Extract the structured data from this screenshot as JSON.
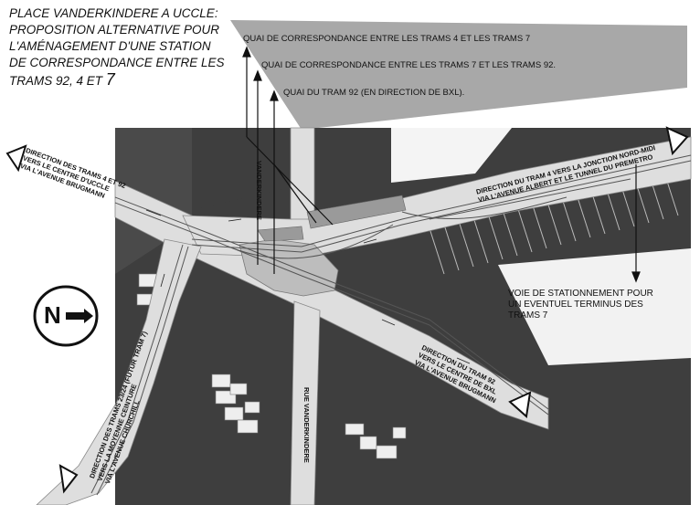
{
  "title": {
    "line1": "PLACE VANDERKINDERE A UCCLE:",
    "line2": "PROPOSITION ALTERNATIVE POUR",
    "line3": "L'AMÉNAGEMENT D'UNE STATION",
    "line4": "DE CORRESPONDANCE ENTRE LES",
    "line5_prefix": "TRAMS 92, 4 ET",
    "line5_big": "7"
  },
  "quais": {
    "quai_4_7": "QUAI DE CORRESPONDANCE ENTRE LES TRAMS 4 ET LES TRAMS 7",
    "quai_7_92": "QUAI DE CORRESPONDANCE ENTRE LES TRAMS  7  ET LES  TRAMS  92.",
    "quai_92": "QUAI DU TRAM 92 (EN DIRECTION DE BXL)."
  },
  "streets": {
    "vanderkindere_north": "VANDERKINDERE",
    "vanderkindere_south": "RUE VANDERKINDERE"
  },
  "directions": {
    "west_l1": "DIRECTION DES TRAMS 4 ET 92",
    "west_l2": "VERS LE CENTRE D'UCCLE",
    "west_l3": "VIA L'AVENUE BRUGMANN",
    "east_l1": "DIRECTION DU TRAM 4 VERS LA JONCTION NORD-MIDI",
    "east_l2": "VIA L'AVENUE ALBERT ET LE TUNNEL DU PREMETRO",
    "se_l1": "DIRECTION DU TRAM 92",
    "se_l2": "VERS LE CENTRE DE BXL",
    "se_l3": "VIA L'AVENUE BRUGMANN",
    "sw_l1": "DIRECTION DES TRAMS 23/24 (FUTUR TRAM 7)",
    "sw_l2": "VERS LA MOYENNE CEINTURE",
    "sw_l3": "VIA L'AVENUE CHURCHILL"
  },
  "stationnement": {
    "l1": "VOIE DE STATIONNEMENT POUR",
    "l2": "UN EVENTUEL TERMINUS DES",
    "l3": "TRAMS 7"
  },
  "compass": {
    "letter": "N"
  },
  "colors": {
    "blocks": "#3e3e3e",
    "road": "#dedede",
    "platform_band": "#a8a8a8",
    "tram_tracks": "#555555"
  }
}
